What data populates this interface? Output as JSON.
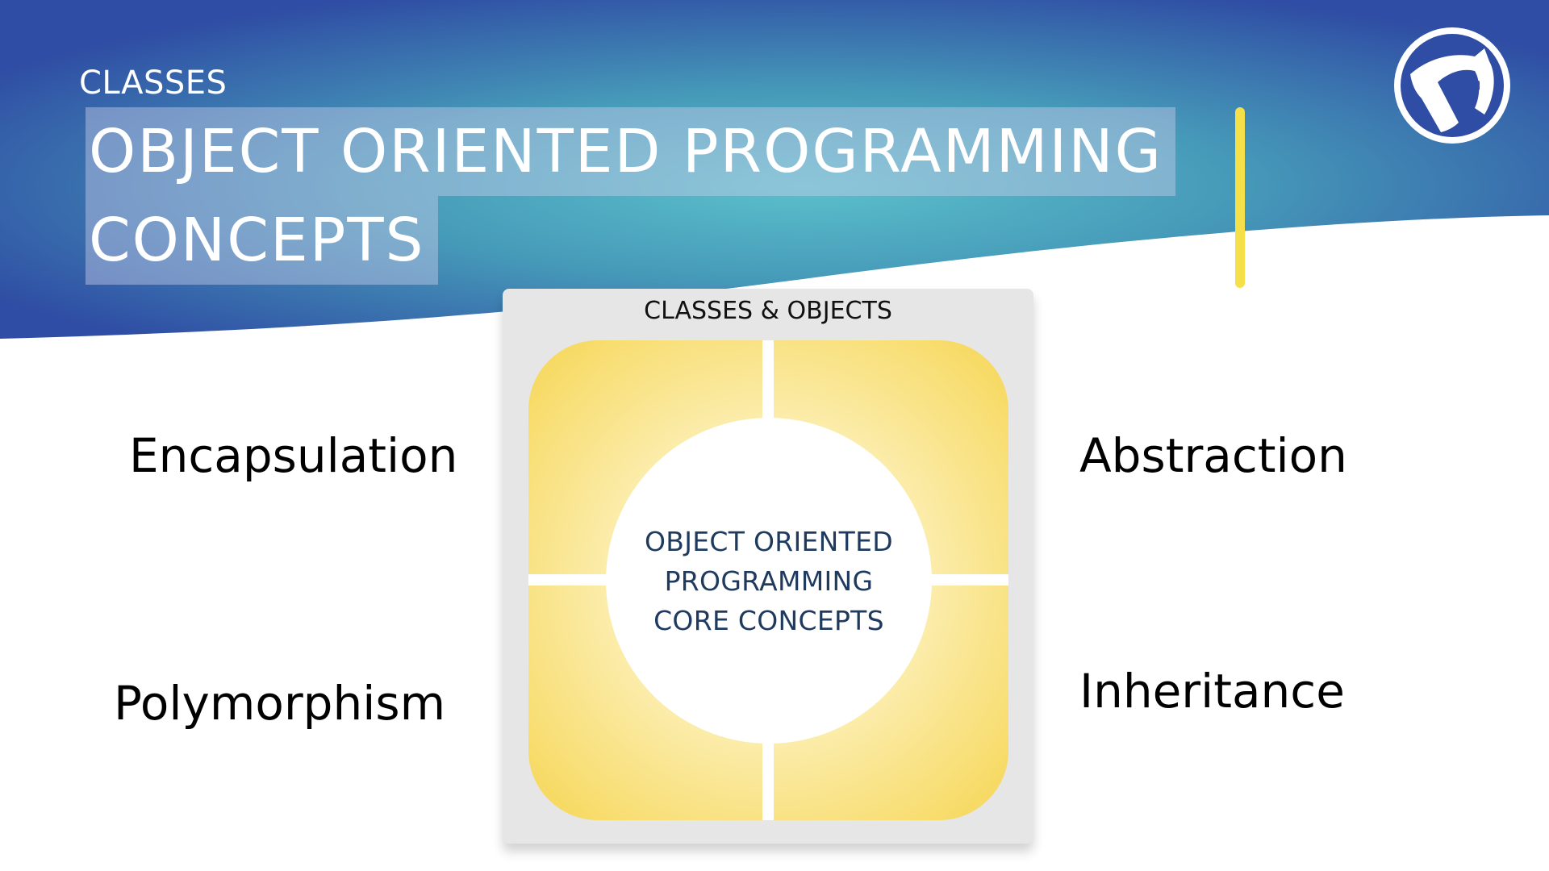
{
  "header": {
    "kicker": "CLASSES",
    "title_lines": [
      "OBJECT ORIENTED PROGRAMMING",
      "CONCEPTS"
    ]
  },
  "logo": {
    "icon": "school-mascot-logo-icon"
  },
  "diagram": {
    "caption": "CLASSES & OBJECTS",
    "center_label": [
      "OBJECT ORIENTED",
      "PROGRAMMING",
      "CORE CONCEPTS"
    ]
  },
  "concepts": {
    "top_left": "Encapsulation",
    "top_right": "Abstraction",
    "bottom_left": "Polymorphism",
    "bottom_right": "Inheritance"
  },
  "colors": {
    "banner_dark": "#2f4da4",
    "banner_light": "#5bbdca",
    "title_highlight": "#c8cde8",
    "accent_bar": "#f6e04a",
    "diagram_yellow": "#f6d655",
    "center_text": "#1e3a5f"
  }
}
